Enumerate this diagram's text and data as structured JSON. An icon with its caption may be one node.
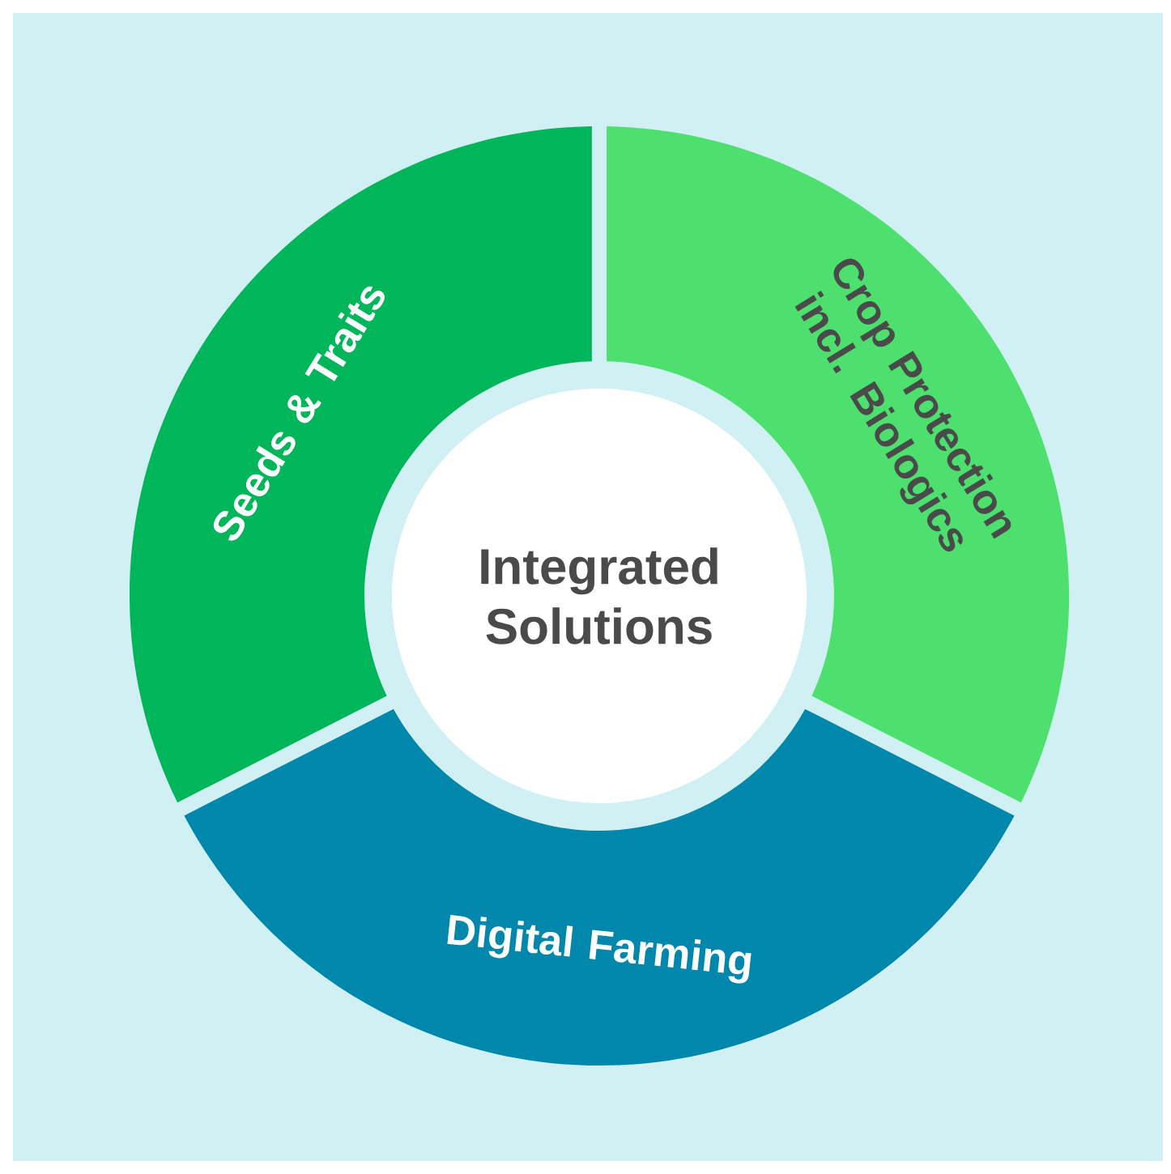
{
  "diagram": {
    "nodes": [
      {
        "text": [
          "Integrated Solutions"
        ]
      },
      {
        "text": [
          "Seeds & Traits"
        ]
      },
      {
        "text": [
          "Crop Protection incl. Biologics"
        ]
      },
      {
        "text": [
          "Digital Farming"
        ]
      }
    ]
  }
}
